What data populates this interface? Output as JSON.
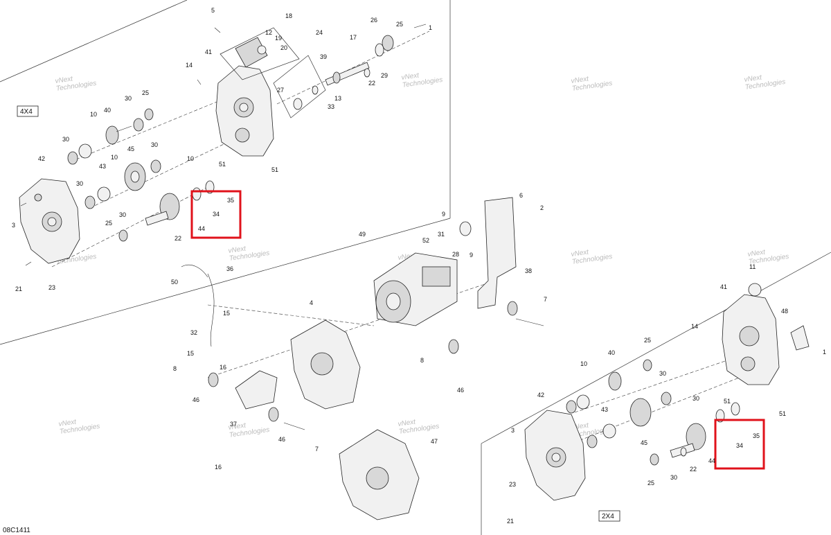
{
  "diagram": {
    "code": "08C1411",
    "variant_4x4": "4X4",
    "variant_2x4": "2X4",
    "watermark_line1": "vNext",
    "watermark_line2": "Technologies",
    "highlight_color": "#e0121b",
    "callouts_4x4": {
      "c1": "1",
      "c3": "3",
      "c5": "5",
      "c10a": "10",
      "c10b": "10",
      "c10c": "10",
      "c12": "12",
      "c13": "13",
      "c14": "14",
      "c17": "17",
      "c18": "18",
      "c19": "19",
      "c20": "20",
      "c21": "21",
      "c22a": "22",
      "c22b": "22",
      "c23": "23",
      "c24": "24",
      "c25a": "25",
      "c25b": "25",
      "c25c": "25",
      "c26": "26",
      "c27": "27",
      "c29": "29",
      "c30a": "30",
      "c30b": "30",
      "c30c": "30",
      "c30d": "30",
      "c33": "33",
      "c34": "34",
      "c35": "35",
      "c39": "39",
      "c40": "40",
      "c41": "41",
      "c42": "42",
      "c43": "43",
      "c44": "44",
      "c45": "45",
      "c51a": "51",
      "c51b": "51"
    },
    "callouts_center": {
      "c2": "2",
      "c4": "4",
      "c6": "6",
      "c7a": "7",
      "c7b": "7",
      "c8a": "8",
      "c8b": "8",
      "c9a": "9",
      "c9b": "9",
      "c15a": "15",
      "c15b": "15",
      "c16a": "16",
      "c16b": "16",
      "c28": "28",
      "c31": "31",
      "c32": "32",
      "c36": "36",
      "c37": "37",
      "c38": "38",
      "c46a": "46",
      "c46b": "46",
      "c46c": "46",
      "c47": "47",
      "c49": "49",
      "c50": "50",
      "c52": "52"
    },
    "callouts_2x4": {
      "c1": "1",
      "c3": "3",
      "c10": "10",
      "c11": "11",
      "c14": "14",
      "c21": "21",
      "c22": "22",
      "c23": "23",
      "c25a": "25",
      "c25b": "25",
      "c30a": "30",
      "c30b": "30",
      "c30c": "30",
      "c34": "34",
      "c35": "35",
      "c40": "40",
      "c41": "41",
      "c42": "42",
      "c43": "43",
      "c44": "44",
      "c45": "45",
      "c48": "48",
      "c51a": "51",
      "c51b": "51"
    }
  }
}
